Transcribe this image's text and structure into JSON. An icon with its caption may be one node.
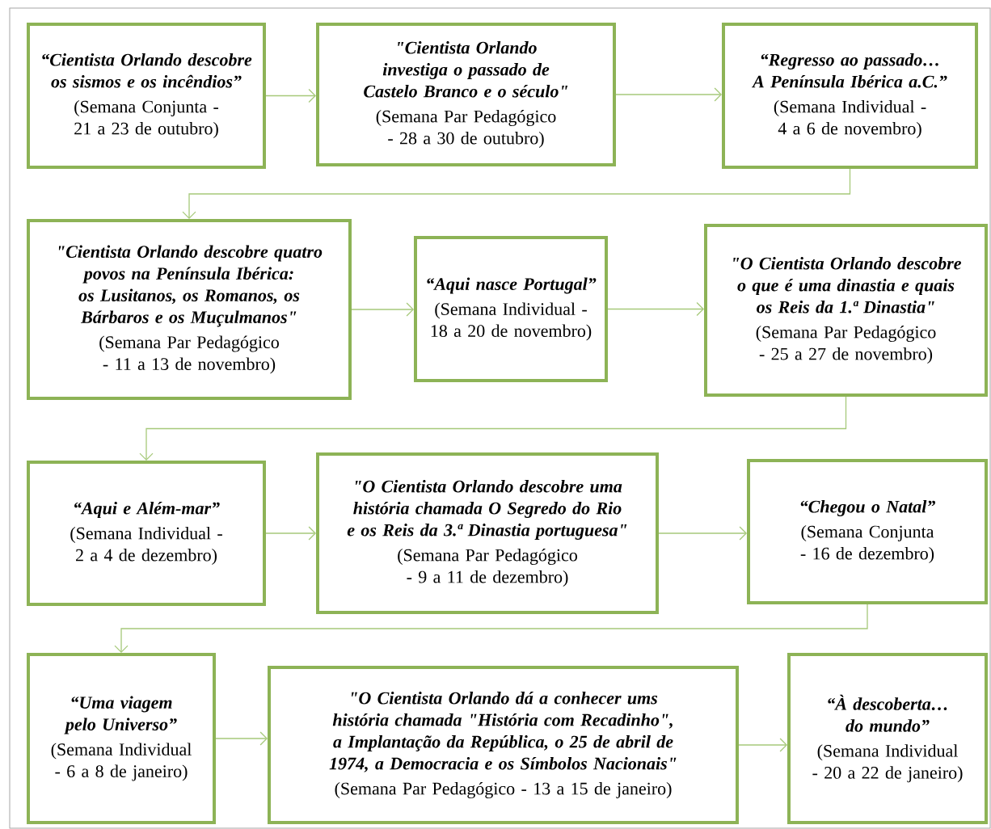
{
  "diagram": {
    "nodes": [
      {
        "text": [
          "“Cientista Orlando descobre os sismos e os incêndios”",
          "(Semana Conjunta - 21 a 23 de outubro)"
        ]
      },
      {
        "text": [
          "\"Cientista Orlando investiga o passado de Castelo Branco e o século\"",
          "(Semana Par Pedagógico - 28 a 30 de outubro)"
        ]
      },
      {
        "text": [
          "“Regresso ao passado… A Península Ibérica a.C.”",
          "(Semana Individual - 4 a 6 de novembro)"
        ]
      },
      {
        "text": [
          "\"Cientista Orlando descobre quatro povos na Península Ibérica: os Lusitanos, os Romanos, os Bárbaros e os Muçulmanos\"",
          "(Semana Par Pedagógico - 11 a 13 de novembro)"
        ]
      },
      {
        "text": [
          "“Aqui nasce Portugal”",
          "(Semana Individual - 18 a 20 de novembro)"
        ]
      },
      {
        "text": [
          "\"O Cientista Orlando descobre o que é uma dinastia e quais os Reis da 1.ª Dinastia\"",
          "(Semana Par Pedagógico - 25 a 27 de novembro)"
        ]
      },
      {
        "text": [
          "“Aqui e Além-mar”",
          "(Semana Individual - 2 a 4 de dezembro)"
        ]
      },
      {
        "text": [
          "\"O Cientista Orlando descobre uma história chamada O Segredo do Rio e os Reis da 3.ª Dinastia portuguesa\"",
          "(Semana Par Pedagógico - 9 a 11 de dezembro)"
        ]
      },
      {
        "text": [
          "“Chegou o Natal”",
          "(Semana Conjunta - 16 de dezembro)"
        ]
      },
      {
        "text": [
          "“Uma viagem pelo Universo”",
          "(Semana Individual - 6 a 8 de janeiro)"
        ]
      },
      {
        "text": [
          "\"O Cientista Orlando dá a conhecer ums história chamada \"História com Recadinho\", a Implantação da República, o 25 de abril de 1974, a Democracia e os Símbolos Nacionais\"",
          "(Semana Par Pedagógico - 13 a 15 de janeiro)"
        ]
      },
      {
        "text": [
          "“À descoberta… do mundo”",
          "(Semana Individual - 20 a 22 de janeiro)"
        ]
      }
    ],
    "edges": [
      {
        "from": 0,
        "to": 1,
        "arrow": "to"
      },
      {
        "from": 1,
        "to": 2,
        "arrow": "to"
      },
      {
        "from": 2,
        "to": 3,
        "arrow": "to"
      },
      {
        "from": 3,
        "to": 4,
        "arrow": "to"
      },
      {
        "from": 4,
        "to": 5,
        "arrow": "to"
      },
      {
        "from": 5,
        "to": 6,
        "arrow": "to"
      },
      {
        "from": 6,
        "to": 7,
        "arrow": "to"
      },
      {
        "from": 7,
        "to": 8,
        "arrow": "to"
      },
      {
        "from": 8,
        "to": 9,
        "arrow": "to"
      },
      {
        "from": 9,
        "to": 10,
        "arrow": "to"
      },
      {
        "from": 10,
        "to": 11,
        "arrow": "to"
      }
    ]
  }
}
